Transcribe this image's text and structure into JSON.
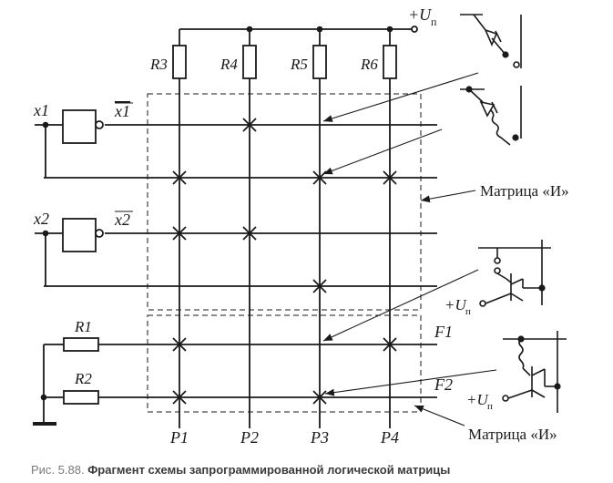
{
  "supply_label": "+U",
  "supply_sub": "п",
  "resistors_top": [
    "R3",
    "R4",
    "R5",
    "R6"
  ],
  "resistors_left": [
    "R1",
    "R2"
  ],
  "inputs": [
    "x1",
    "x2"
  ],
  "inverted_inputs": [
    "x1",
    "x2"
  ],
  "outputs_f": [
    "F1",
    "F2"
  ],
  "outputs_p": [
    "P1",
    "P2",
    "P3",
    "P4"
  ],
  "matrix_label_upper": "Матрица «И»",
  "matrix_label_lower": "Матрица «И»",
  "caption_prefix": "Рис. 5.88.",
  "caption_text": "Фрагмент схемы запрограммированной логической матрицы"
}
